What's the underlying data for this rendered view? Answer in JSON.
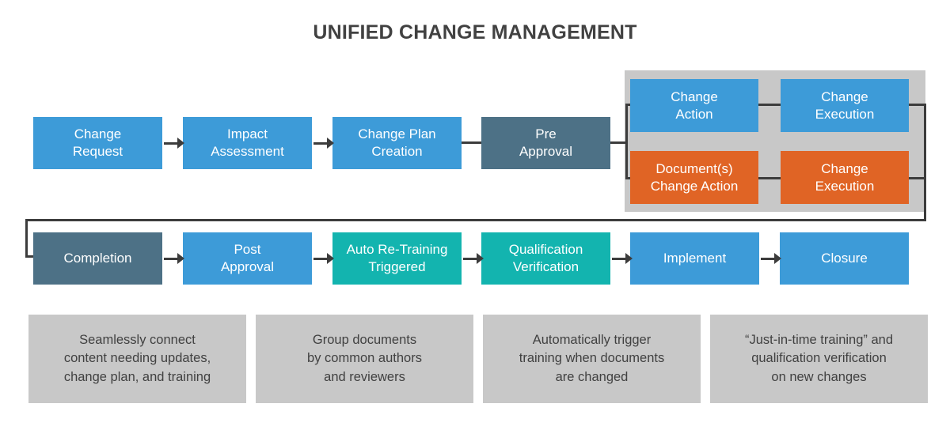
{
  "title": "UNIFIED CHANGE MANAGEMENT",
  "colors": {
    "blue": "#3d9bd8",
    "slate": "#4d7186",
    "teal": "#13b4af",
    "orange": "#e06425",
    "panel_gray": "#c8c8c8",
    "connector": "#3c3c3c",
    "text_dark": "#414141",
    "background": "#ffffff"
  },
  "row1": {
    "steps": [
      {
        "label": "Change\nRequest",
        "color": "blue"
      },
      {
        "label": "Impact\nAssessment",
        "color": "blue"
      },
      {
        "label": "Change Plan\nCreation",
        "color": "blue"
      },
      {
        "label": "Pre\nApproval",
        "color": "slate"
      }
    ]
  },
  "branch_panel": {
    "cells": [
      {
        "label": "Change\nAction",
        "color": "blue"
      },
      {
        "label": "Change\nExecution",
        "color": "blue"
      },
      {
        "label": "Document(s)\nChange Action",
        "color": "orange"
      },
      {
        "label": "Change\nExecution",
        "color": "orange"
      }
    ]
  },
  "row2": {
    "steps": [
      {
        "label": "Completion",
        "color": "slate"
      },
      {
        "label": "Post\nApproval",
        "color": "blue"
      },
      {
        "label": "Auto Re-Training\nTriggered",
        "color": "teal"
      },
      {
        "label": "Qualification\nVerification",
        "color": "teal"
      },
      {
        "label": "Implement",
        "color": "blue"
      },
      {
        "label": "Closure",
        "color": "blue"
      }
    ]
  },
  "captions": [
    {
      "text": "Seamlessly connect\ncontent needing updates,\nchange plan, and training"
    },
    {
      "text": "Group documents\nby common authors\nand reviewers"
    },
    {
      "text": "Automatically trigger\ntraining when documents\nare changed"
    },
    {
      "text": "“Just-in-time training” and\nqualification verification\non new changes"
    }
  ]
}
